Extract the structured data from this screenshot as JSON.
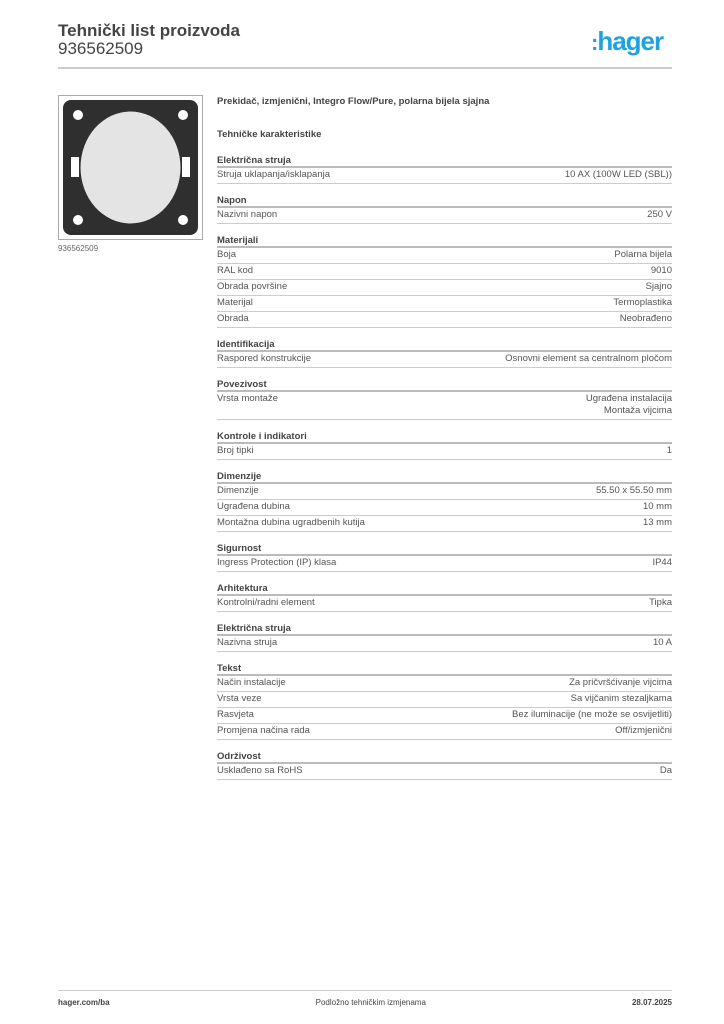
{
  "header": {
    "title": "Tehnički list proizvoda",
    "number": "936562509",
    "logo": "hager",
    "logo_color": "#1fa3e0"
  },
  "image": {
    "caption": "936562509",
    "alt": "switch-product-image"
  },
  "product_title": "Prekidač, izmjenični, Integro Flow/Pure, polarna bijela sjajna",
  "section_title": "Tehničke karakteristike",
  "groups": [
    {
      "title": "Električna struja",
      "rows": [
        {
          "k": "Struja uklapanja/isklapanja",
          "v": "10 AX (100W LED (SBL))"
        }
      ]
    },
    {
      "title": "Napon",
      "rows": [
        {
          "k": "Nazivni napon",
          "v": "250 V"
        }
      ]
    },
    {
      "title": "Materijali",
      "rows": [
        {
          "k": "Boja",
          "v": "Polarna bijela"
        },
        {
          "k": "RAL kod",
          "v": "9010"
        },
        {
          "k": "Obrada površine",
          "v": "Sjajno"
        },
        {
          "k": "Materijal",
          "v": "Termoplastika"
        },
        {
          "k": "Obrada",
          "v": "Neobrađeno"
        }
      ]
    },
    {
      "title": "Identifikacija",
      "rows": [
        {
          "k": "Raspored konstrukcije",
          "v": "Osnovni element sa centralnom pločom"
        }
      ]
    },
    {
      "title": "Povezivost",
      "rows": [
        {
          "k": "Vrsta montaže",
          "v": "Ugrađena instalacija",
          "v2": "Montaža vijcima"
        }
      ]
    },
    {
      "title": "Kontrole i indikatori",
      "rows": [
        {
          "k": "Broj tipki",
          "v": "1"
        }
      ]
    },
    {
      "title": "Dimenzije",
      "rows": [
        {
          "k": "Dimenzije",
          "v": "55.50 x 55.50 mm"
        },
        {
          "k": "Ugrađena dubina",
          "v": "10 mm"
        },
        {
          "k": "Montažna dubina ugradbenih kutija",
          "v": "13 mm"
        }
      ]
    },
    {
      "title": "Sigurnost",
      "rows": [
        {
          "k": "Ingress Protection (IP) klasa",
          "v": "IP44"
        }
      ]
    },
    {
      "title": "Arhitektura",
      "rows": [
        {
          "k": "Kontrolni/radni element",
          "v": "Tipka"
        }
      ]
    },
    {
      "title": "Električna struja",
      "rows": [
        {
          "k": "Nazivna struja",
          "v": "10 A"
        }
      ]
    },
    {
      "title": "Tekst",
      "rows": [
        {
          "k": "Način instalacije",
          "v": "Za pričvršćivanje vijcima"
        },
        {
          "k": "Vrsta veze",
          "v": "Sa vijčanim stezaljkama"
        },
        {
          "k": "Rasvjeta",
          "v": "Bez iluminacije (ne može se osvijetliti)"
        },
        {
          "k": "Promjena načina rada",
          "v": "Off/izmjenični"
        }
      ]
    },
    {
      "title": "Održivost",
      "rows": [
        {
          "k": "Usklađeno sa RoHS",
          "v": "Da"
        }
      ]
    }
  ],
  "footer": {
    "website": "hager.com/ba",
    "note": "Podložno tehničkim izmjenama",
    "date": "28.07.2025"
  }
}
